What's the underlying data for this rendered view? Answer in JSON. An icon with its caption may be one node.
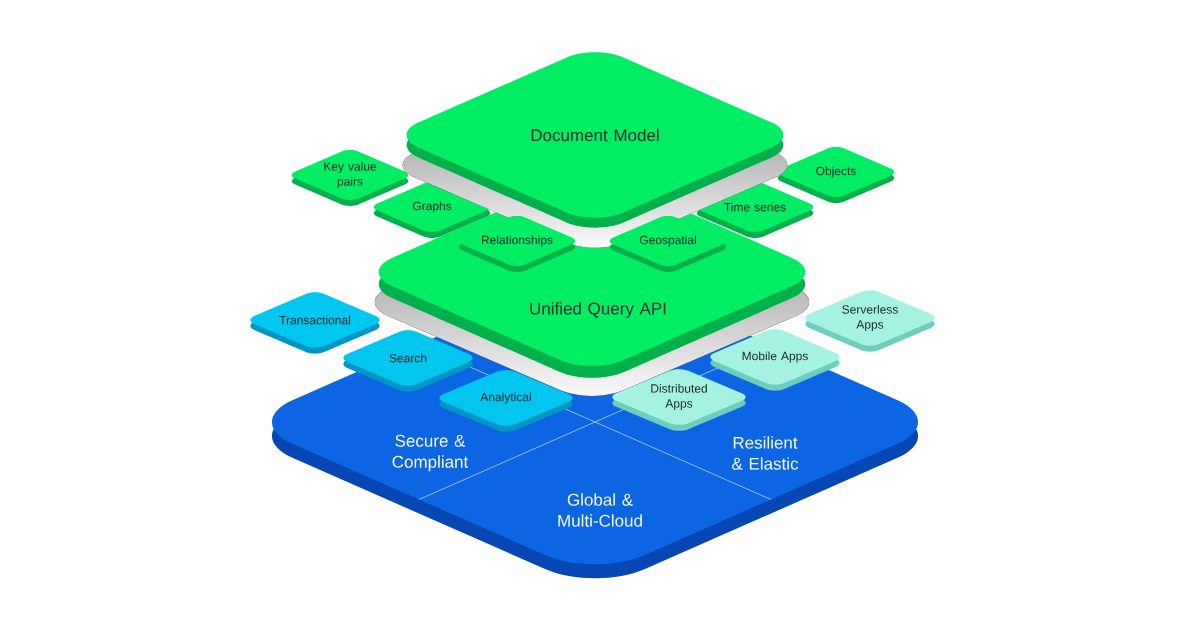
{
  "diagram": {
    "nodes": [
      {
        "text": [
          "Document Model"
        ]
      },
      {
        "text": [
          "Key value pairs"
        ]
      },
      {
        "text": [
          "Objects"
        ]
      },
      {
        "text": [
          "Graphs"
        ]
      },
      {
        "text": [
          "Time series"
        ]
      },
      {
        "text": [
          "Relationships"
        ],
        "in": 7
      },
      {
        "text": [
          "Geospatial"
        ],
        "in": 7
      },
      {
        "text": [
          "Unified Query API"
        ]
      },
      {
        "text": [
          "Transactional"
        ]
      },
      {
        "text": [
          "Serverless Apps"
        ]
      },
      {
        "text": [
          "Search"
        ],
        "in": 14
      },
      {
        "text": [
          "Mobile Apps"
        ],
        "in": 14
      },
      {
        "text": [
          "Analytical"
        ],
        "in": 14
      },
      {
        "text": [
          "Distributed Apps"
        ],
        "in": 14
      },
      {
        "text": [
          "Secure & Compliant",
          "Resilient & Elastic",
          "Global & Multi-Cloud"
        ]
      }
    ]
  }
}
